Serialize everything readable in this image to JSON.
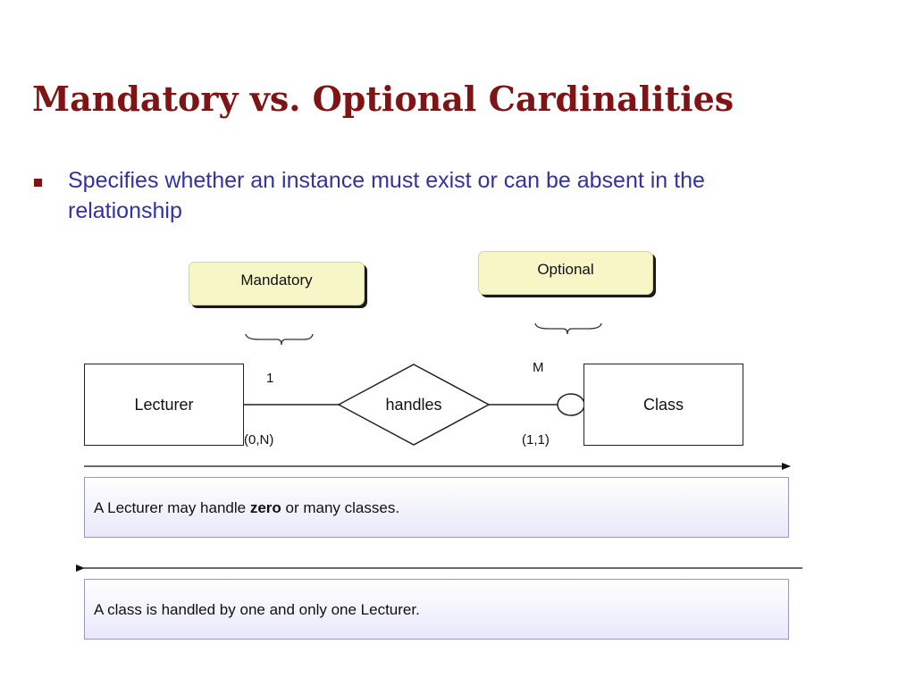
{
  "slide": {
    "title": "Mandatory vs. Optional Cardinalities",
    "bullet": "Specifies whether an instance must exist or can be absent in the relationship"
  },
  "diagram": {
    "callouts": {
      "mandatory": "Mandatory",
      "optional": "Optional"
    },
    "entities": {
      "left": "Lecturer",
      "right": "Class"
    },
    "relationship": "handles",
    "cardinality": {
      "left_upper": "1",
      "left_lower": "(0,N)",
      "right_upper": "M",
      "right_lower": "(1,1)"
    }
  },
  "notes": {
    "forward": {
      "before": "A Lecturer may handle ",
      "emphasis": "zero",
      "after": " or many classes."
    },
    "backward": "A class is handled by one and only one Lecturer."
  },
  "colors": {
    "title": "#7f1416",
    "bullet_text": "#3333a0",
    "callout_fill": "#f7f6c6",
    "note_gradient_end": "#e8e8fb"
  }
}
